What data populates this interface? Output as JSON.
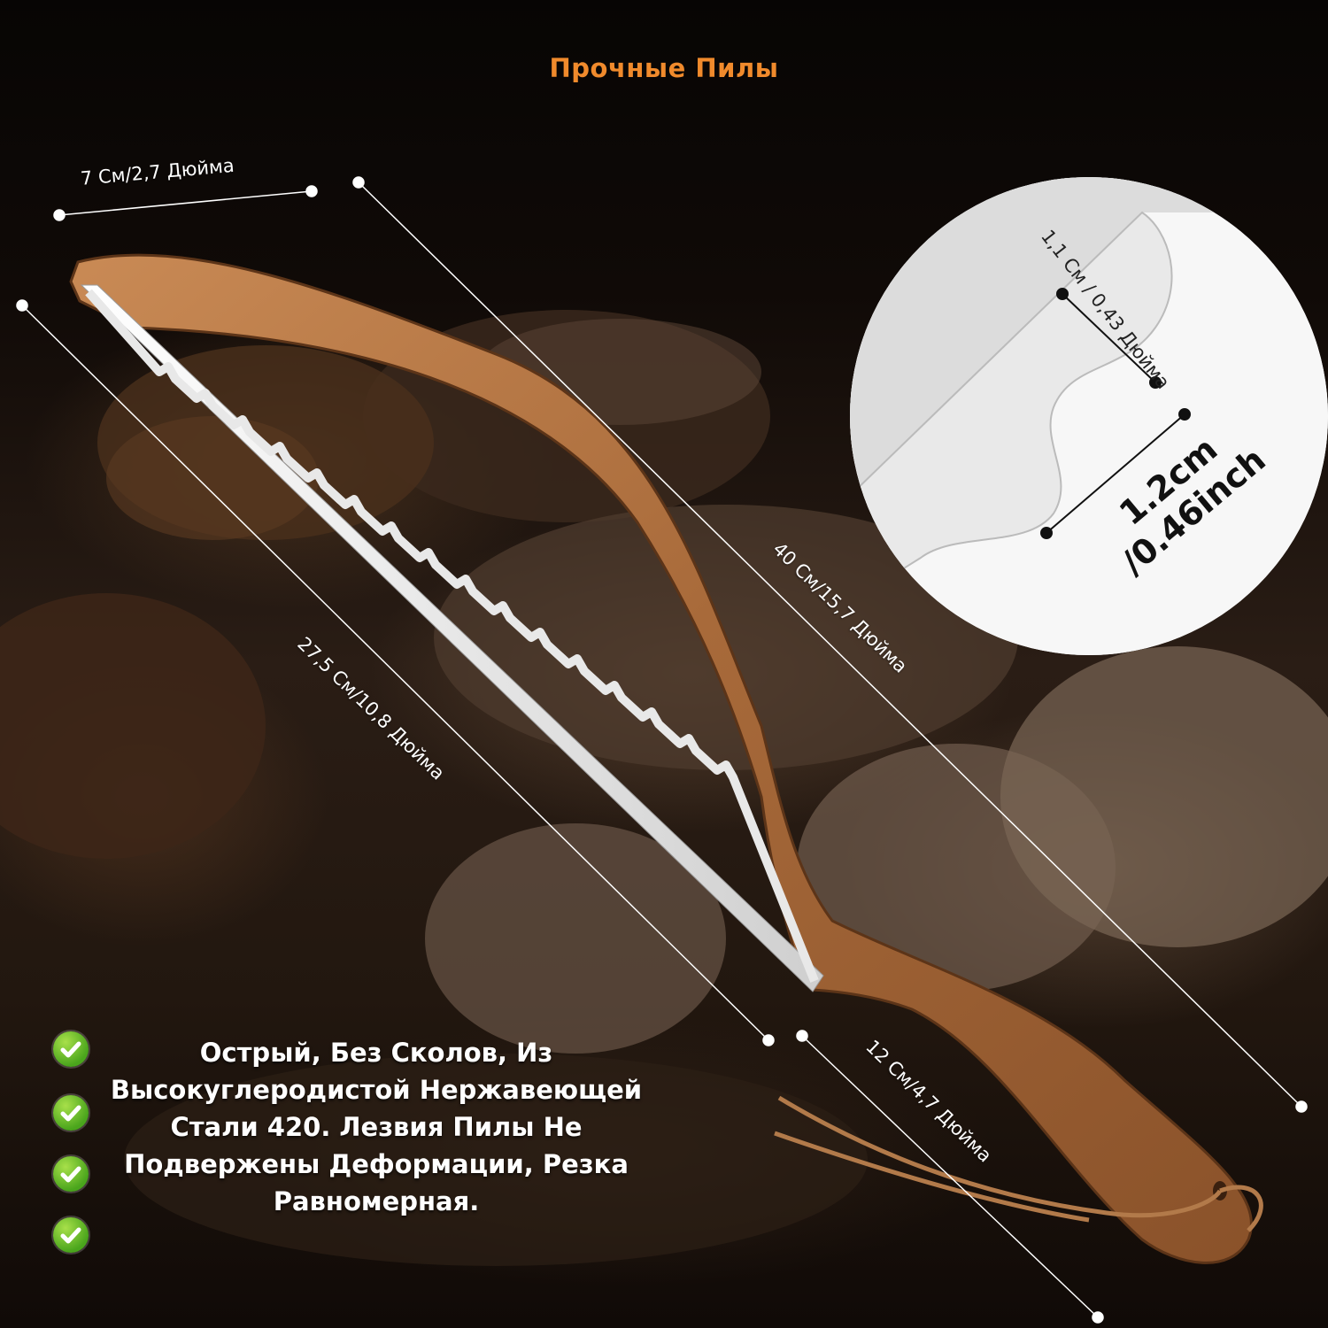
{
  "title": "Прочные Пилы",
  "colors": {
    "accent": "#f08a2c",
    "wood": "#a8693a",
    "blade": "#e6e6e6",
    "check": "#5cb825"
  },
  "measurements": {
    "handle_width": "7 См/2,7 Дюйма",
    "total_length": "40 См/15,7 Дюйма",
    "blade_length": "27,5 См/10,8 Дюйма",
    "grip_length": "12 См/4,7 Дюйма"
  },
  "zoom": {
    "tooth_depth": "1,1 См / 0,43 Дюйма",
    "tooth_pitch_cm": "1.2cm",
    "tooth_pitch_inch": "/0.46inch"
  },
  "features": {
    "icon": "check-circle-icon",
    "text": "Острый, Без Сколов, Из Высокуглеродистой Нержавеющей Стали 420. Лезвия Пилы Не Подвержены Деформации, Резка Равномерная."
  }
}
